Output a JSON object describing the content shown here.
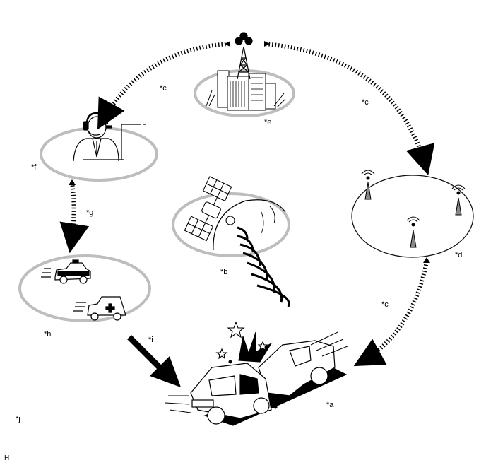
{
  "labels": {
    "a": "*a",
    "b": "*b",
    "c1": "*c",
    "c2": "*c",
    "c3": "*c",
    "d": "*d",
    "e": "*e",
    "f": "*f",
    "g": "*g",
    "h": "*h",
    "i": "*i",
    "j": "*j"
  },
  "footer_code": "H",
  "colors": {
    "ink": "#000000",
    "ring": "#bdbdbd",
    "shadow": "#1a1a1a",
    "fill": "#ffffff"
  },
  "icons": [
    "radio-tower-icon",
    "city-buildings-icon",
    "operator-headset-icon",
    "satellite-icon",
    "earth-icon",
    "cell-antenna-icon",
    "police-car-icon",
    "ambulance-icon",
    "crashed-cars-icon",
    "collision-star-icon",
    "arrow-icon"
  ]
}
